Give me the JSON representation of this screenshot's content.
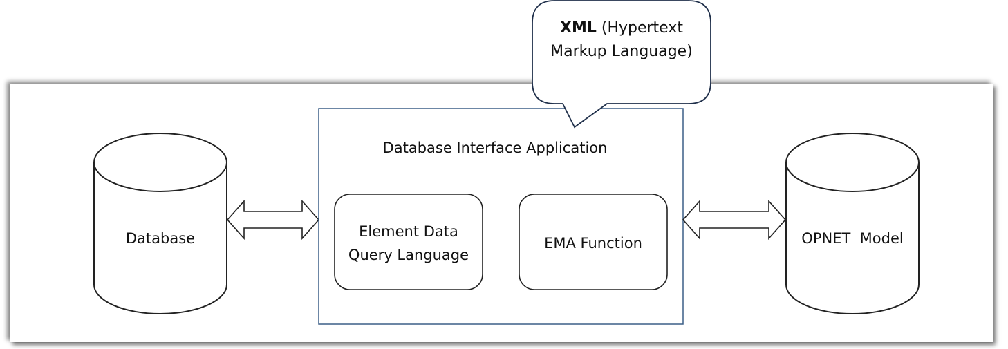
{
  "callout": {
    "bold": "XML",
    "rest": " (Hypertext Markup Language)"
  },
  "app_box": {
    "title": "Database Interface Application"
  },
  "modules": {
    "left_line1": "Element Data",
    "left_line2": "Query Language",
    "right": "EMA Function"
  },
  "stores": {
    "left": "Database",
    "right": "OPNET  Model"
  },
  "colors": {
    "app_border": "#3b5f87",
    "callout_border": "#1f2f4a",
    "stroke": "#222222"
  }
}
